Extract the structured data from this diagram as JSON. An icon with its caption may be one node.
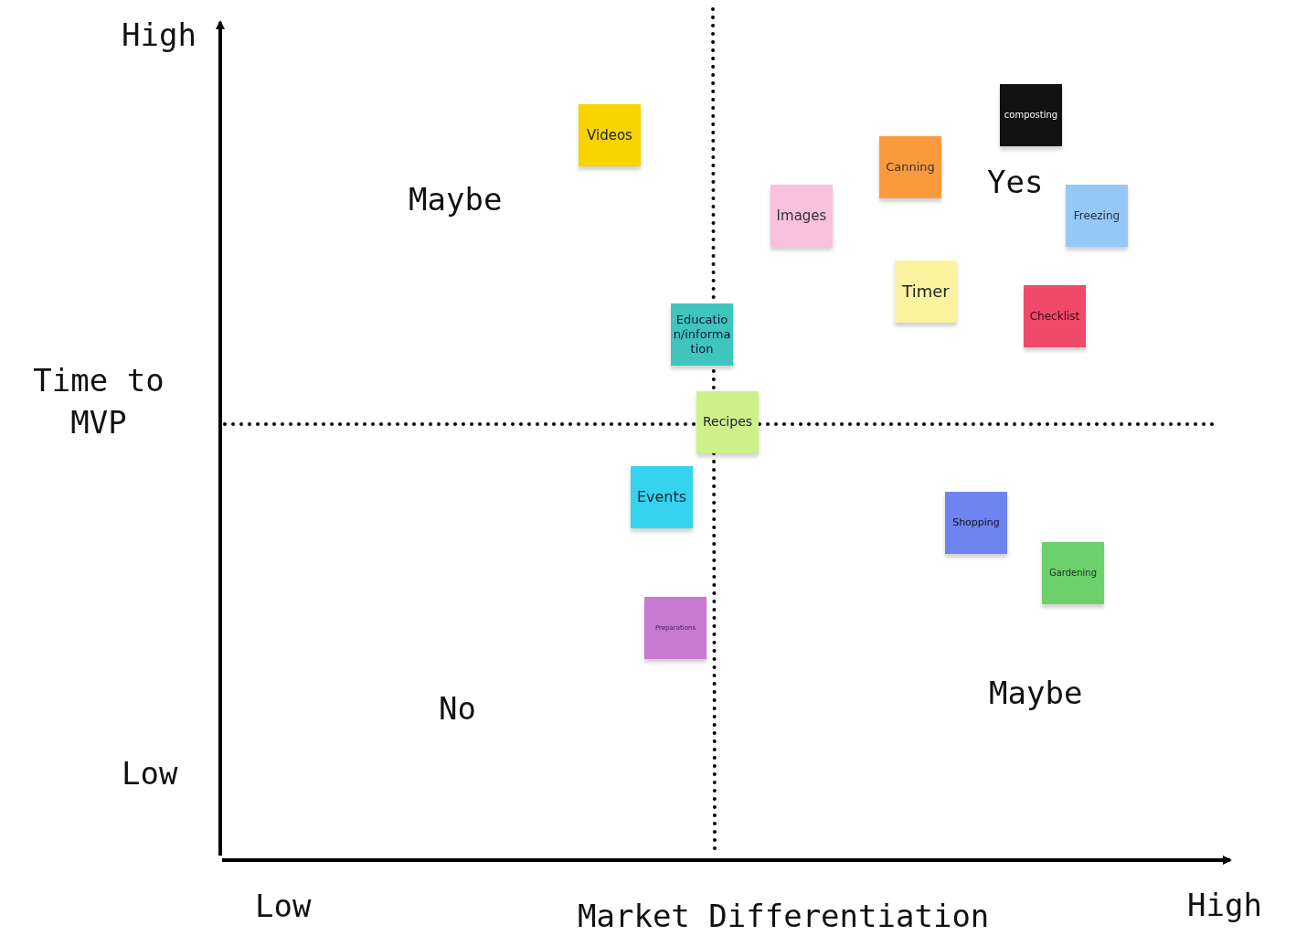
{
  "diagram": {
    "nodes": [
      {
        "text": [
          "composting"
        ]
      },
      {
        "text": [
          "Videos"
        ]
      },
      {
        "text": [
          "Canning"
        ]
      },
      {
        "text": [
          "Images"
        ]
      },
      {
        "text": [
          "Freezing"
        ]
      },
      {
        "text": [
          "Timer"
        ]
      },
      {
        "text": [
          "Checklist"
        ]
      },
      {
        "text": [
          "Education/information"
        ]
      },
      {
        "text": [
          "Recipes"
        ]
      },
      {
        "text": [
          "Events"
        ]
      },
      {
        "text": [
          "Shopping"
        ]
      },
      {
        "text": [
          "Gardening"
        ]
      },
      {
        "text": [
          "Preparations"
        ]
      }
    ],
    "labels": [
      "High",
      "Maybe",
      "Yes",
      "Time to MVP",
      "No",
      "Maybe",
      "Low",
      "Low",
      "Market Differentiation",
      "High"
    ]
  }
}
